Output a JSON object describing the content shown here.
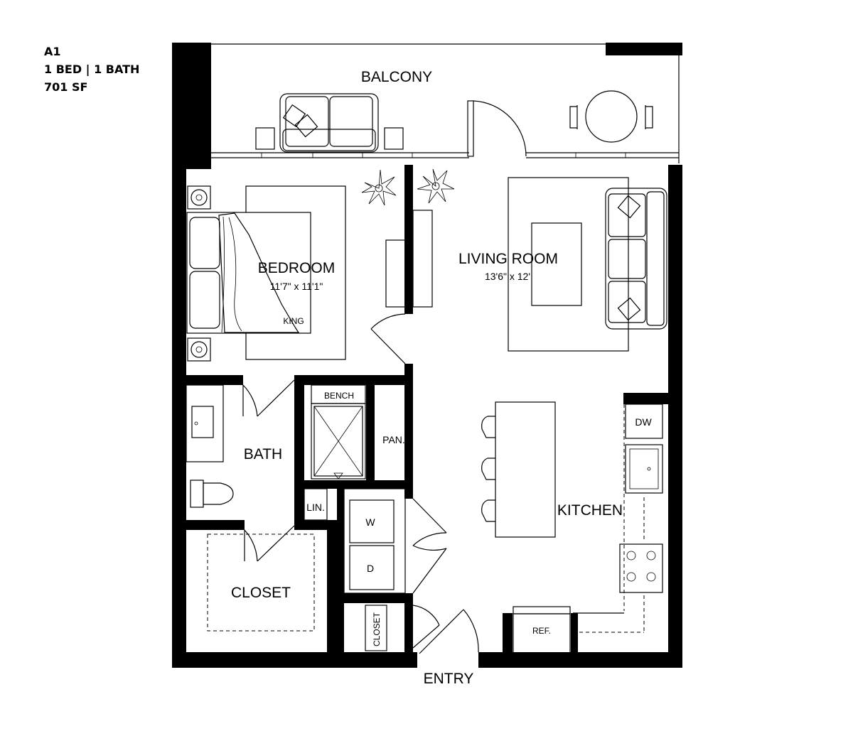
{
  "unit": {
    "name": "A1",
    "beds_baths": "1 BED | 1 BATH",
    "area": "701 SF"
  },
  "rooms": {
    "balcony": "BALCONY",
    "bedroom": "BEDROOM",
    "bedroom_dims": "11'7\" x 11'1\"",
    "bed_size": "KING",
    "living_room": "LIVING ROOM",
    "living_room_dims": "13'6\" x 12'",
    "bath": "BATH",
    "bench": "BENCH",
    "pantry": "PAN.",
    "linen": "LIN.",
    "washer": "W",
    "dryer": "D",
    "closet": "CLOSET",
    "entry_closet": "CLOSET",
    "kitchen": "KITCHEN",
    "dishwasher": "DW",
    "refrigerator": "REF.",
    "entry": "ENTRY"
  }
}
